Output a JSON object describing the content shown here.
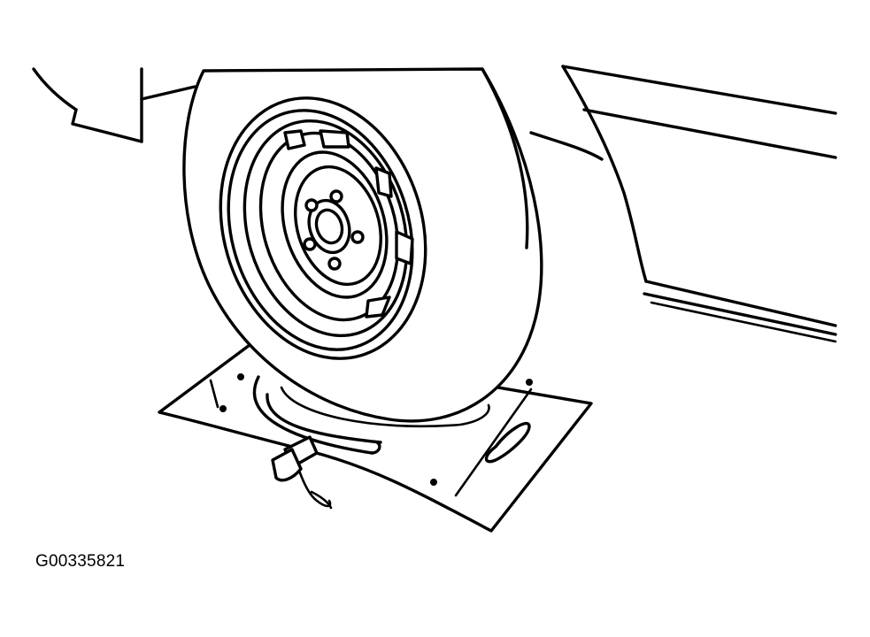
{
  "figure": {
    "id_label": "G00335821",
    "line_color": "#000000",
    "background": "#ffffff",
    "parts": [
      "vehicle-body",
      "fender",
      "tire",
      "wheel-rim",
      "turntable-plate",
      "pin"
    ]
  }
}
